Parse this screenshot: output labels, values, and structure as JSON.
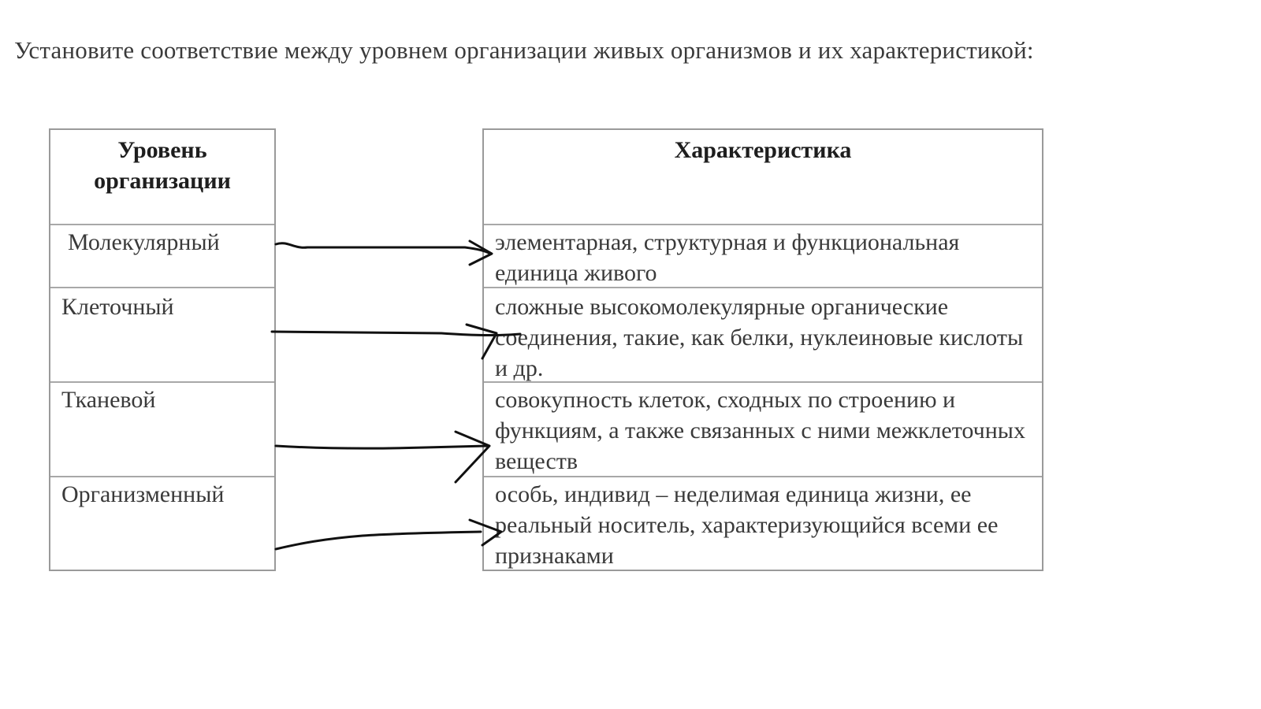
{
  "task": {
    "text": "Установите соответствие между уровнем организации живых организмов и их характеристикой:"
  },
  "left_table": {
    "header": "Уровень организации",
    "rows": [
      "Молекулярный",
      "Клеточный",
      "Тканевой",
      "Организменный"
    ]
  },
  "right_table": {
    "header": "Характеристика",
    "rows": [
      "элементарная, структурная и функциональная единица живого",
      "сложные высокомолекулярные органические соединения, такие, как белки, нуклеиновые кислоты и др.",
      "совокупность клеток, сходных по строению и функциям, а также связанных с ними межклеточных веществ",
      "особь, индивид – неделимая единица жизни, ее реальный носитель, характеризующийся всеми ее признаками"
    ]
  },
  "arrows": [
    {
      "from": "Молекулярный",
      "to_row": 1
    },
    {
      "from": "Клеточный",
      "to_row": 2
    },
    {
      "from": "Тканевой",
      "to_row": 3
    },
    {
      "from": "Организменный",
      "to_row": 4
    }
  ],
  "colors": {
    "text": "#3a3a3a",
    "border": "#9a9a9a",
    "ink": "#111111"
  }
}
